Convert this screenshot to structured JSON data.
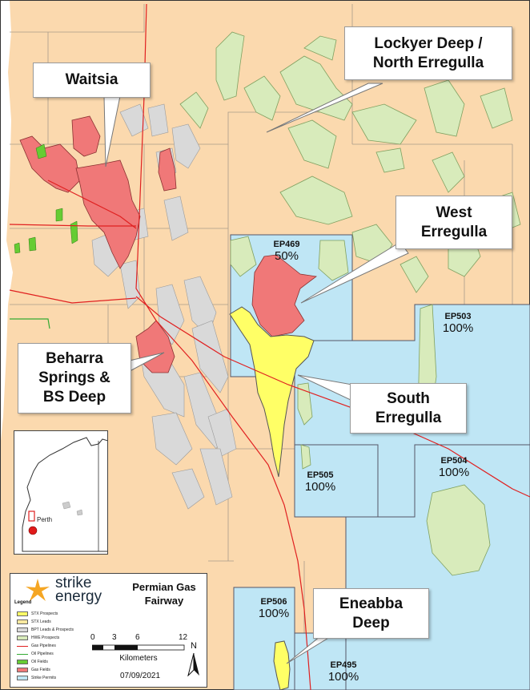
{
  "callouts": {
    "waitsia": [
      "Waitsia"
    ],
    "lockyer": [
      "Lockyer Deep /",
      "North Erregulla"
    ],
    "west": [
      "West",
      "Erregulla"
    ],
    "beharra": [
      "Beharra",
      "Springs &",
      "BS Deep"
    ],
    "south": [
      "South",
      "Erregulla"
    ],
    "eneabba": [
      "Eneabba",
      "Deep"
    ]
  },
  "permits": [
    {
      "name": "EP469",
      "pct": "50%"
    },
    {
      "name": "EP503",
      "pct": "100%"
    },
    {
      "name": "EP504",
      "pct": "100%"
    },
    {
      "name": "EP505",
      "pct": "100%"
    },
    {
      "name": "EP506",
      "pct": "100%"
    },
    {
      "name": "EP495",
      "pct": "100%"
    }
  ],
  "inset": {
    "city": "Perth"
  },
  "legend": {
    "title": "Legend",
    "brand_line1": "strike",
    "brand_line2": "energy",
    "heading_line1": "Permian Gas",
    "heading_line2": "Fairway",
    "items": [
      "STX Prospects",
      "STX Leads",
      "BPT Leads & Prospects",
      "HWE Prospects",
      "Gas Pipelines",
      "Oil Pipelines",
      "Oil Fields",
      "Gas Fields",
      "Strike Permits"
    ],
    "scale_ticks": [
      "0",
      "3",
      "6",
      "12"
    ],
    "scale_unit": "Kilometers",
    "north": "N",
    "date": "07/09/2021"
  },
  "colors": {
    "land": "#fbd9ae",
    "permit": "#bfe6f5",
    "stx_prospect": "#ffff66",
    "hwe_prospect": "#d8ebbb",
    "bpt_lead": "#d9d9d9",
    "gas_field": "#f07878",
    "oil_field": "#66cc33",
    "pipeline": "#e02020",
    "oil_pipeline": "#33aa33"
  }
}
